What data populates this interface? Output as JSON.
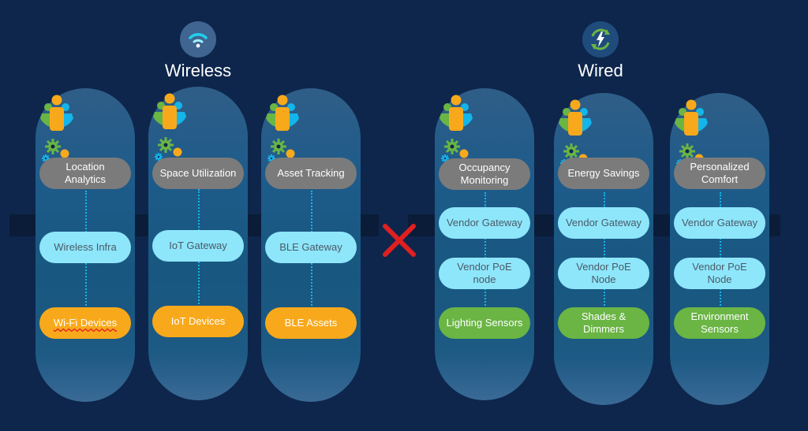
{
  "title_fragment": "Replacing vendor-specific gateways",
  "sections": {
    "wireless": {
      "label": "Wireless",
      "icon": "wifi-icon"
    },
    "wired": {
      "label": "Wired",
      "icon": "energy-cycle-icon"
    }
  },
  "colors": {
    "background": "#0e264c",
    "use_case_pill": "#7b7b7b",
    "infra_pill": "#8ee6fb",
    "wireless_device_pill": "#f8a91b",
    "wired_device_pill": "#6ab544",
    "connector": "#14b5ea",
    "x_mark": "#e02020"
  },
  "wireless_pillars": [
    {
      "use_case": "Location Analytics",
      "infra": "Wireless Infra",
      "device": "Wi-Fi Devices"
    },
    {
      "use_case": "Space Utilization",
      "infra": "IoT Gateway",
      "device": "IoT Devices"
    },
    {
      "use_case": "Asset Tracking",
      "infra": "BLE Gateway",
      "device": "BLE Assets"
    }
  ],
  "wired_pillars": [
    {
      "use_case": "Occupancy Monitoring",
      "gateway": "Vendor Gateway",
      "node": "Vendor PoE node",
      "device": "Lighting Sensors"
    },
    {
      "use_case": "Energy Savings",
      "gateway": "Vendor Gateway",
      "node": "Vendor PoE Node",
      "device": "Shades & Dimmers"
    },
    {
      "use_case": "Personalized Comfort",
      "gateway": "Vendor Gateway",
      "node": "Vendor PoE Node",
      "device": "Environment Sensors"
    }
  ],
  "icons": {
    "pillar_top": "people-group-icon",
    "pillar_bottom": "gears-user-icon",
    "divider": "red-x-icon"
  }
}
